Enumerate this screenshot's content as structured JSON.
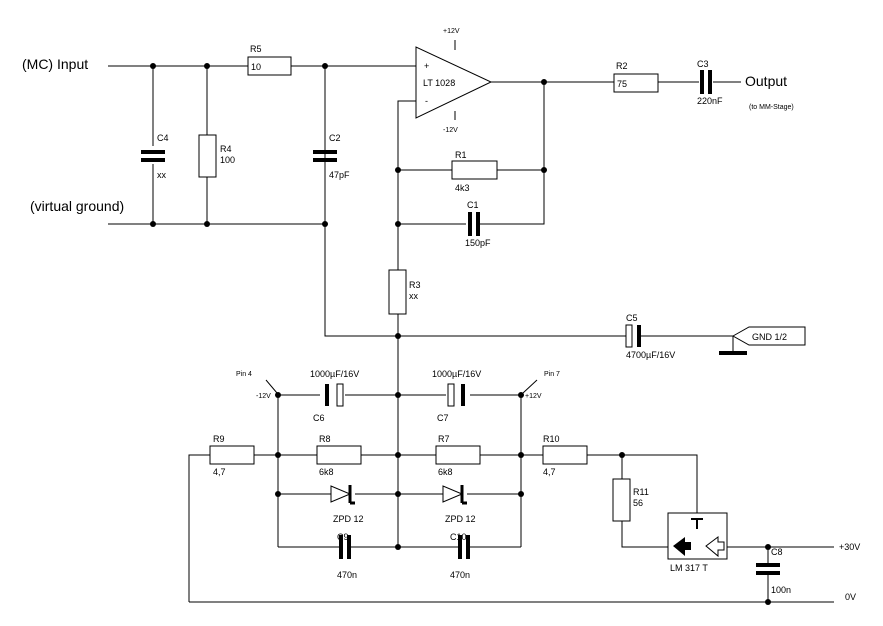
{
  "labels": {
    "input": "(MC) Input",
    "virtual_ground": "(virtual ground)",
    "output": "Output",
    "output_note": "(to MM-Stage)",
    "opamp": "LT 1028",
    "opamp_plus": "+",
    "opamp_minus": "-",
    "vplus": "+12V",
    "vminus": "-12V",
    "pin4": "Pin 4",
    "pin7": "Pin 7",
    "pin4_v": "-12V",
    "pin7_v": "+12V",
    "gnd": "GND 1/2",
    "plus30": "+30V",
    "zero_v": "0V",
    "regulator": "LM 317 T"
  },
  "components": {
    "R5": {
      "name": "R5",
      "value": "10"
    },
    "R4": {
      "name": "R4",
      "value": "100"
    },
    "C4": {
      "name": "C4",
      "value": "xx"
    },
    "C2": {
      "name": "C2",
      "value": "47pF"
    },
    "R2": {
      "name": "R2",
      "value": "75"
    },
    "C3": {
      "name": "C3",
      "value": "220nF"
    },
    "R1": {
      "name": "R1",
      "value": "4k3"
    },
    "C1": {
      "name": "C1",
      "value": "150pF"
    },
    "R3": {
      "name": "R3",
      "value": "xx"
    },
    "C5": {
      "name": "C5",
      "value": "4700µF/16V"
    },
    "C6": {
      "name": "C6",
      "value": "1000µF/16V"
    },
    "C7": {
      "name": "C7",
      "value": "1000µF/16V"
    },
    "R9": {
      "name": "R9",
      "value": "4,7"
    },
    "R8": {
      "name": "R8",
      "value": "6k8"
    },
    "R7": {
      "name": "R7",
      "value": "6k8"
    },
    "R10": {
      "name": "R10",
      "value": "4,7"
    },
    "R11": {
      "name": "R11",
      "value": "56"
    },
    "D1": {
      "value": "ZPD 12"
    },
    "D2": {
      "value": "ZPD 12"
    },
    "C9": {
      "name": "C9",
      "value": "470n"
    },
    "C10": {
      "name": "C10",
      "value": "470n"
    },
    "C8": {
      "name": "C8",
      "value": "100n"
    }
  }
}
